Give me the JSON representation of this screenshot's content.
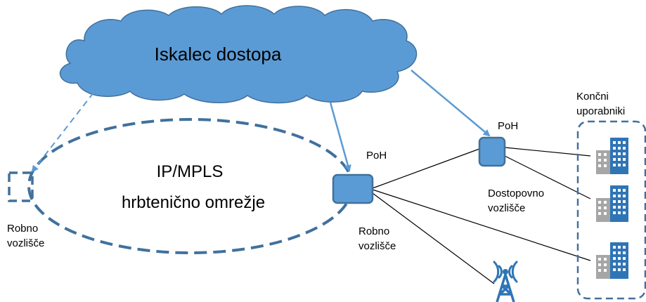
{
  "cloud": {
    "label": "Iskalec dostopa",
    "fill": "#5b9bd5",
    "stroke": "#41719c"
  },
  "backbone": {
    "line1": "IP/MPLS",
    "line2": "hrbtenično omrežje",
    "stroke": "#41719c"
  },
  "edge_left": {
    "line1": "Robno",
    "line2": "vozlišče"
  },
  "edge_center": {
    "poh": "PoH",
    "line1": "Robno",
    "line2": "vozlišče"
  },
  "access": {
    "poh": "PoH",
    "line1": "Dostopovno",
    "line2": "vozlišče"
  },
  "end_users": {
    "line1": "Končni",
    "line2": "uporabniki"
  },
  "colors": {
    "node_fill": "#5b9bd5",
    "node_stroke": "#41719c",
    "arrow": "#5b9bd5",
    "link": "#000000",
    "building_blue": "#2e75b6",
    "building_gray": "#a6a6a6",
    "tower": "#2e75b6"
  },
  "icons": {
    "building": "building-icon",
    "tower": "radio-tower-icon"
  }
}
